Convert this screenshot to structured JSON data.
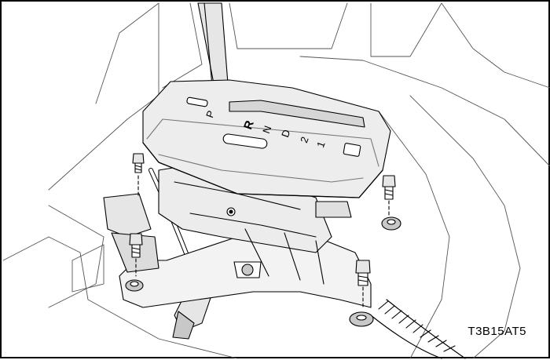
{
  "figure_code": "T3B15AT5",
  "shift_positions": [
    "P",
    "R",
    "N",
    "D",
    "2",
    "1"
  ],
  "colors": {
    "line": "#000000",
    "fill_light": "#e6e6e6",
    "fill_mid": "#c8c8c8",
    "background": "#ffffff"
  }
}
